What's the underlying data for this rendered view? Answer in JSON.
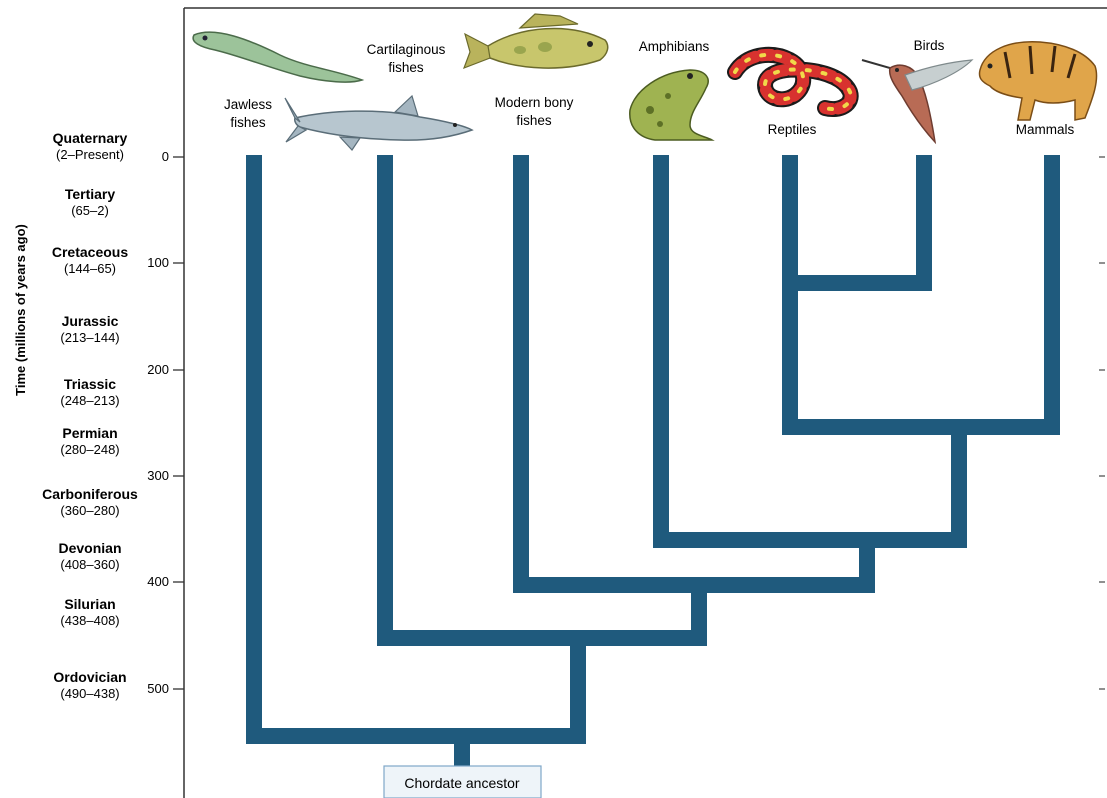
{
  "axis_title": "Time (millions of years ago)",
  "ticks": [
    "0",
    "100",
    "200",
    "300",
    "400",
    "500"
  ],
  "periods": [
    {
      "name": "Quaternary",
      "range": "(2–Present)"
    },
    {
      "name": "Tertiary",
      "range": "(65–2)"
    },
    {
      "name": "Cretaceous",
      "range": "(144–65)"
    },
    {
      "name": "Jurassic",
      "range": "(213–144)"
    },
    {
      "name": "Triassic",
      "range": "(248–213)"
    },
    {
      "name": "Permian",
      "range": "(280–248)"
    },
    {
      "name": "Carboniferous",
      "range": "(360–280)"
    },
    {
      "name": "Devonian",
      "range": "(408–360)"
    },
    {
      "name": "Silurian",
      "range": "(438–408)"
    },
    {
      "name": "Ordovician",
      "range": "(490–438)"
    }
  ],
  "taxa": {
    "jawless": [
      "Jawless",
      "fishes"
    ],
    "cartilaginous": [
      "Cartilaginous",
      "fishes"
    ],
    "bony": [
      "Modern bony",
      "fishes"
    ],
    "amphibians": [
      "Amphibians"
    ],
    "reptiles": [
      "Reptiles"
    ],
    "birds": [
      "Birds"
    ],
    "mammals": [
      "Mammals"
    ]
  },
  "ancestor": "Chordate ancestor",
  "colors": {
    "branch": "#1f5a7d",
    "axis": "#333333",
    "ancestor_box_fill": "#eef4f9",
    "ancestor_box_stroke": "#7fa7c8"
  },
  "icons": [
    "lamprey-icon",
    "shark-icon",
    "perch-icon",
    "frog-icon",
    "snake-icon",
    "hummingbird-icon",
    "tiger-icon"
  ]
}
